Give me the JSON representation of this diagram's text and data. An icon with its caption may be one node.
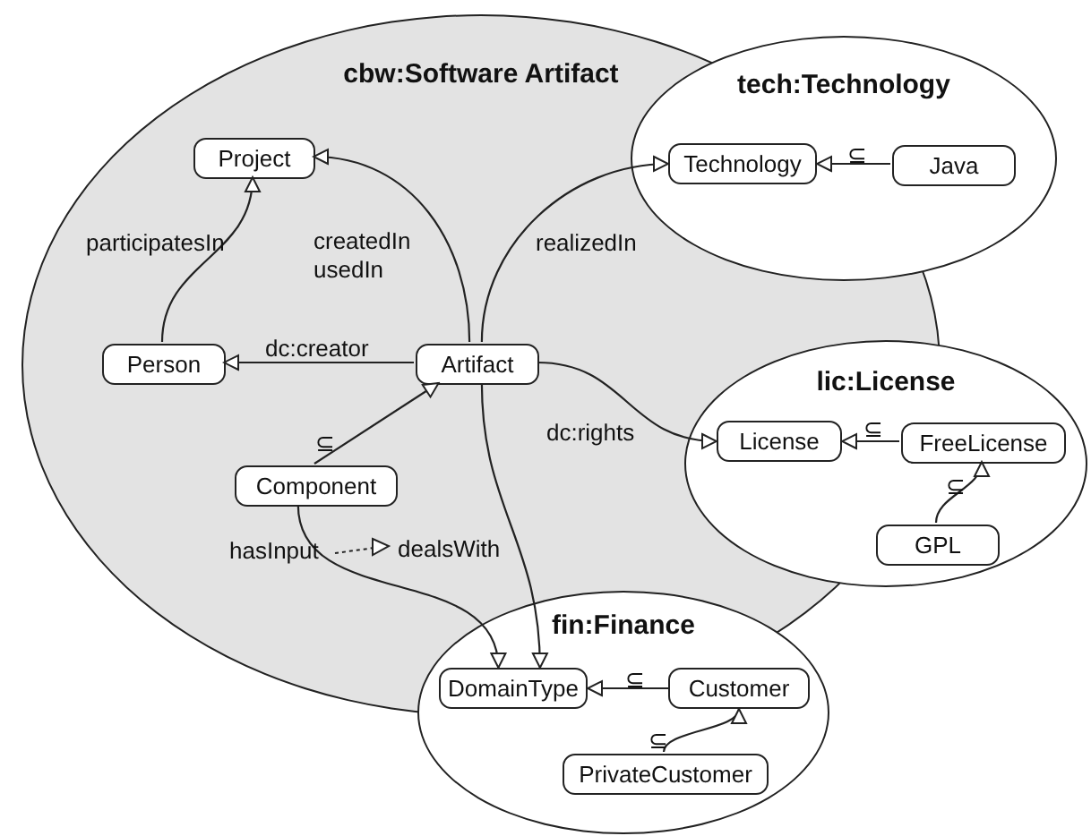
{
  "diagram": {
    "nodes": [
      {
        "text": [
          "cbw:Software Artifact"
        ]
      },
      {
        "text": [
          "Project"
        ],
        "in": 0
      },
      {
        "text": [
          "Person"
        ],
        "in": 0
      },
      {
        "text": [
          "Artifact"
        ],
        "in": 0
      },
      {
        "text": [
          "Component"
        ],
        "in": 0
      },
      {
        "text": [
          "tech:Technology"
        ]
      },
      {
        "text": [
          "Technology"
        ]
      },
      {
        "text": [
          "Java"
        ],
        "in": 5
      },
      {
        "text": [
          "lic:License"
        ]
      },
      {
        "text": [
          "License"
        ]
      },
      {
        "text": [
          "FreeLicense"
        ],
        "in": 8
      },
      {
        "text": [
          "GPL"
        ],
        "in": 8
      },
      {
        "text": [
          "fin:Finance"
        ]
      },
      {
        "text": [
          "DomainType"
        ]
      },
      {
        "text": [
          "Customer"
        ]
      },
      {
        "text": [
          "PrivateCustomer"
        ],
        "in": 12
      }
    ],
    "edges": [
      {
        "from": 2,
        "to": 1,
        "arrow": "to",
        "label": "participatesIn"
      },
      {
        "from": 3,
        "to": 1,
        "arrow": "to",
        "label": "createdIn usedIn"
      },
      {
        "from": 3,
        "to": 6,
        "arrow": "to",
        "label": "realizedIn"
      },
      {
        "from": 3,
        "to": 2,
        "arrow": "to",
        "label": "dc:creator"
      },
      {
        "from": 4,
        "to": 3,
        "arrow": "to",
        "label": "⊆"
      },
      {
        "from": 7,
        "to": 6,
        "arrow": "to",
        "label": "⊆"
      },
      {
        "from": 3,
        "to": 9,
        "arrow": "to",
        "label": "dc:rights"
      },
      {
        "from": 10,
        "to": 9,
        "arrow": "to",
        "label": "⊆"
      },
      {
        "from": 11,
        "to": 10,
        "arrow": "to",
        "label": "⊆"
      },
      {
        "from": 14,
        "to": 13,
        "arrow": "to",
        "label": "⊆"
      },
      {
        "from": 15,
        "to": 14,
        "arrow": "to",
        "label": "⊆"
      },
      {
        "from": 4,
        "to": 13,
        "arrow": "to",
        "label": "hasInput"
      },
      {
        "from": 3,
        "to": 13,
        "arrow": "to",
        "label": "dealsWith"
      }
    ]
  }
}
